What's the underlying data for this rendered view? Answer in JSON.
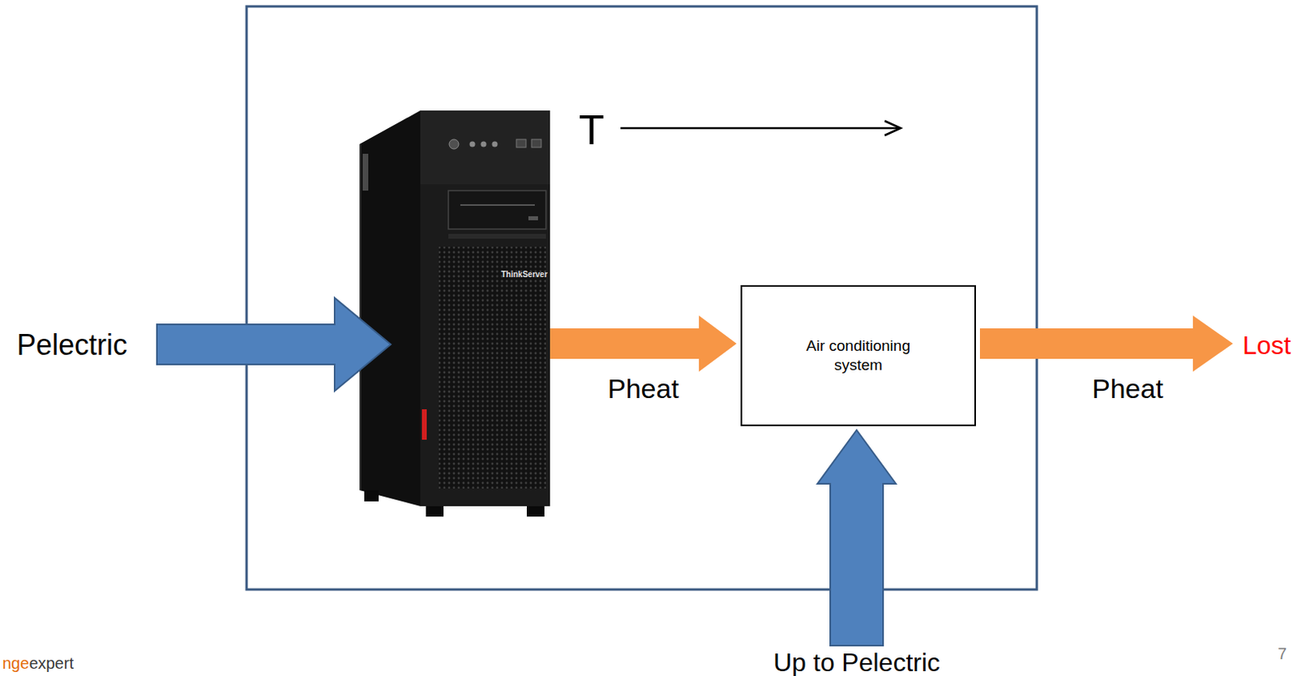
{
  "diagram": {
    "nodes": [
      {
        "text": [
          "Air conditioning system"
        ]
      }
    ],
    "labels": [
      "T",
      "ThinkServer",
      "Pelectric",
      "Pheat",
      "Pheat",
      "Lost",
      "Up to Pelectric",
      "nge",
      "expert",
      "7"
    ]
  }
}
